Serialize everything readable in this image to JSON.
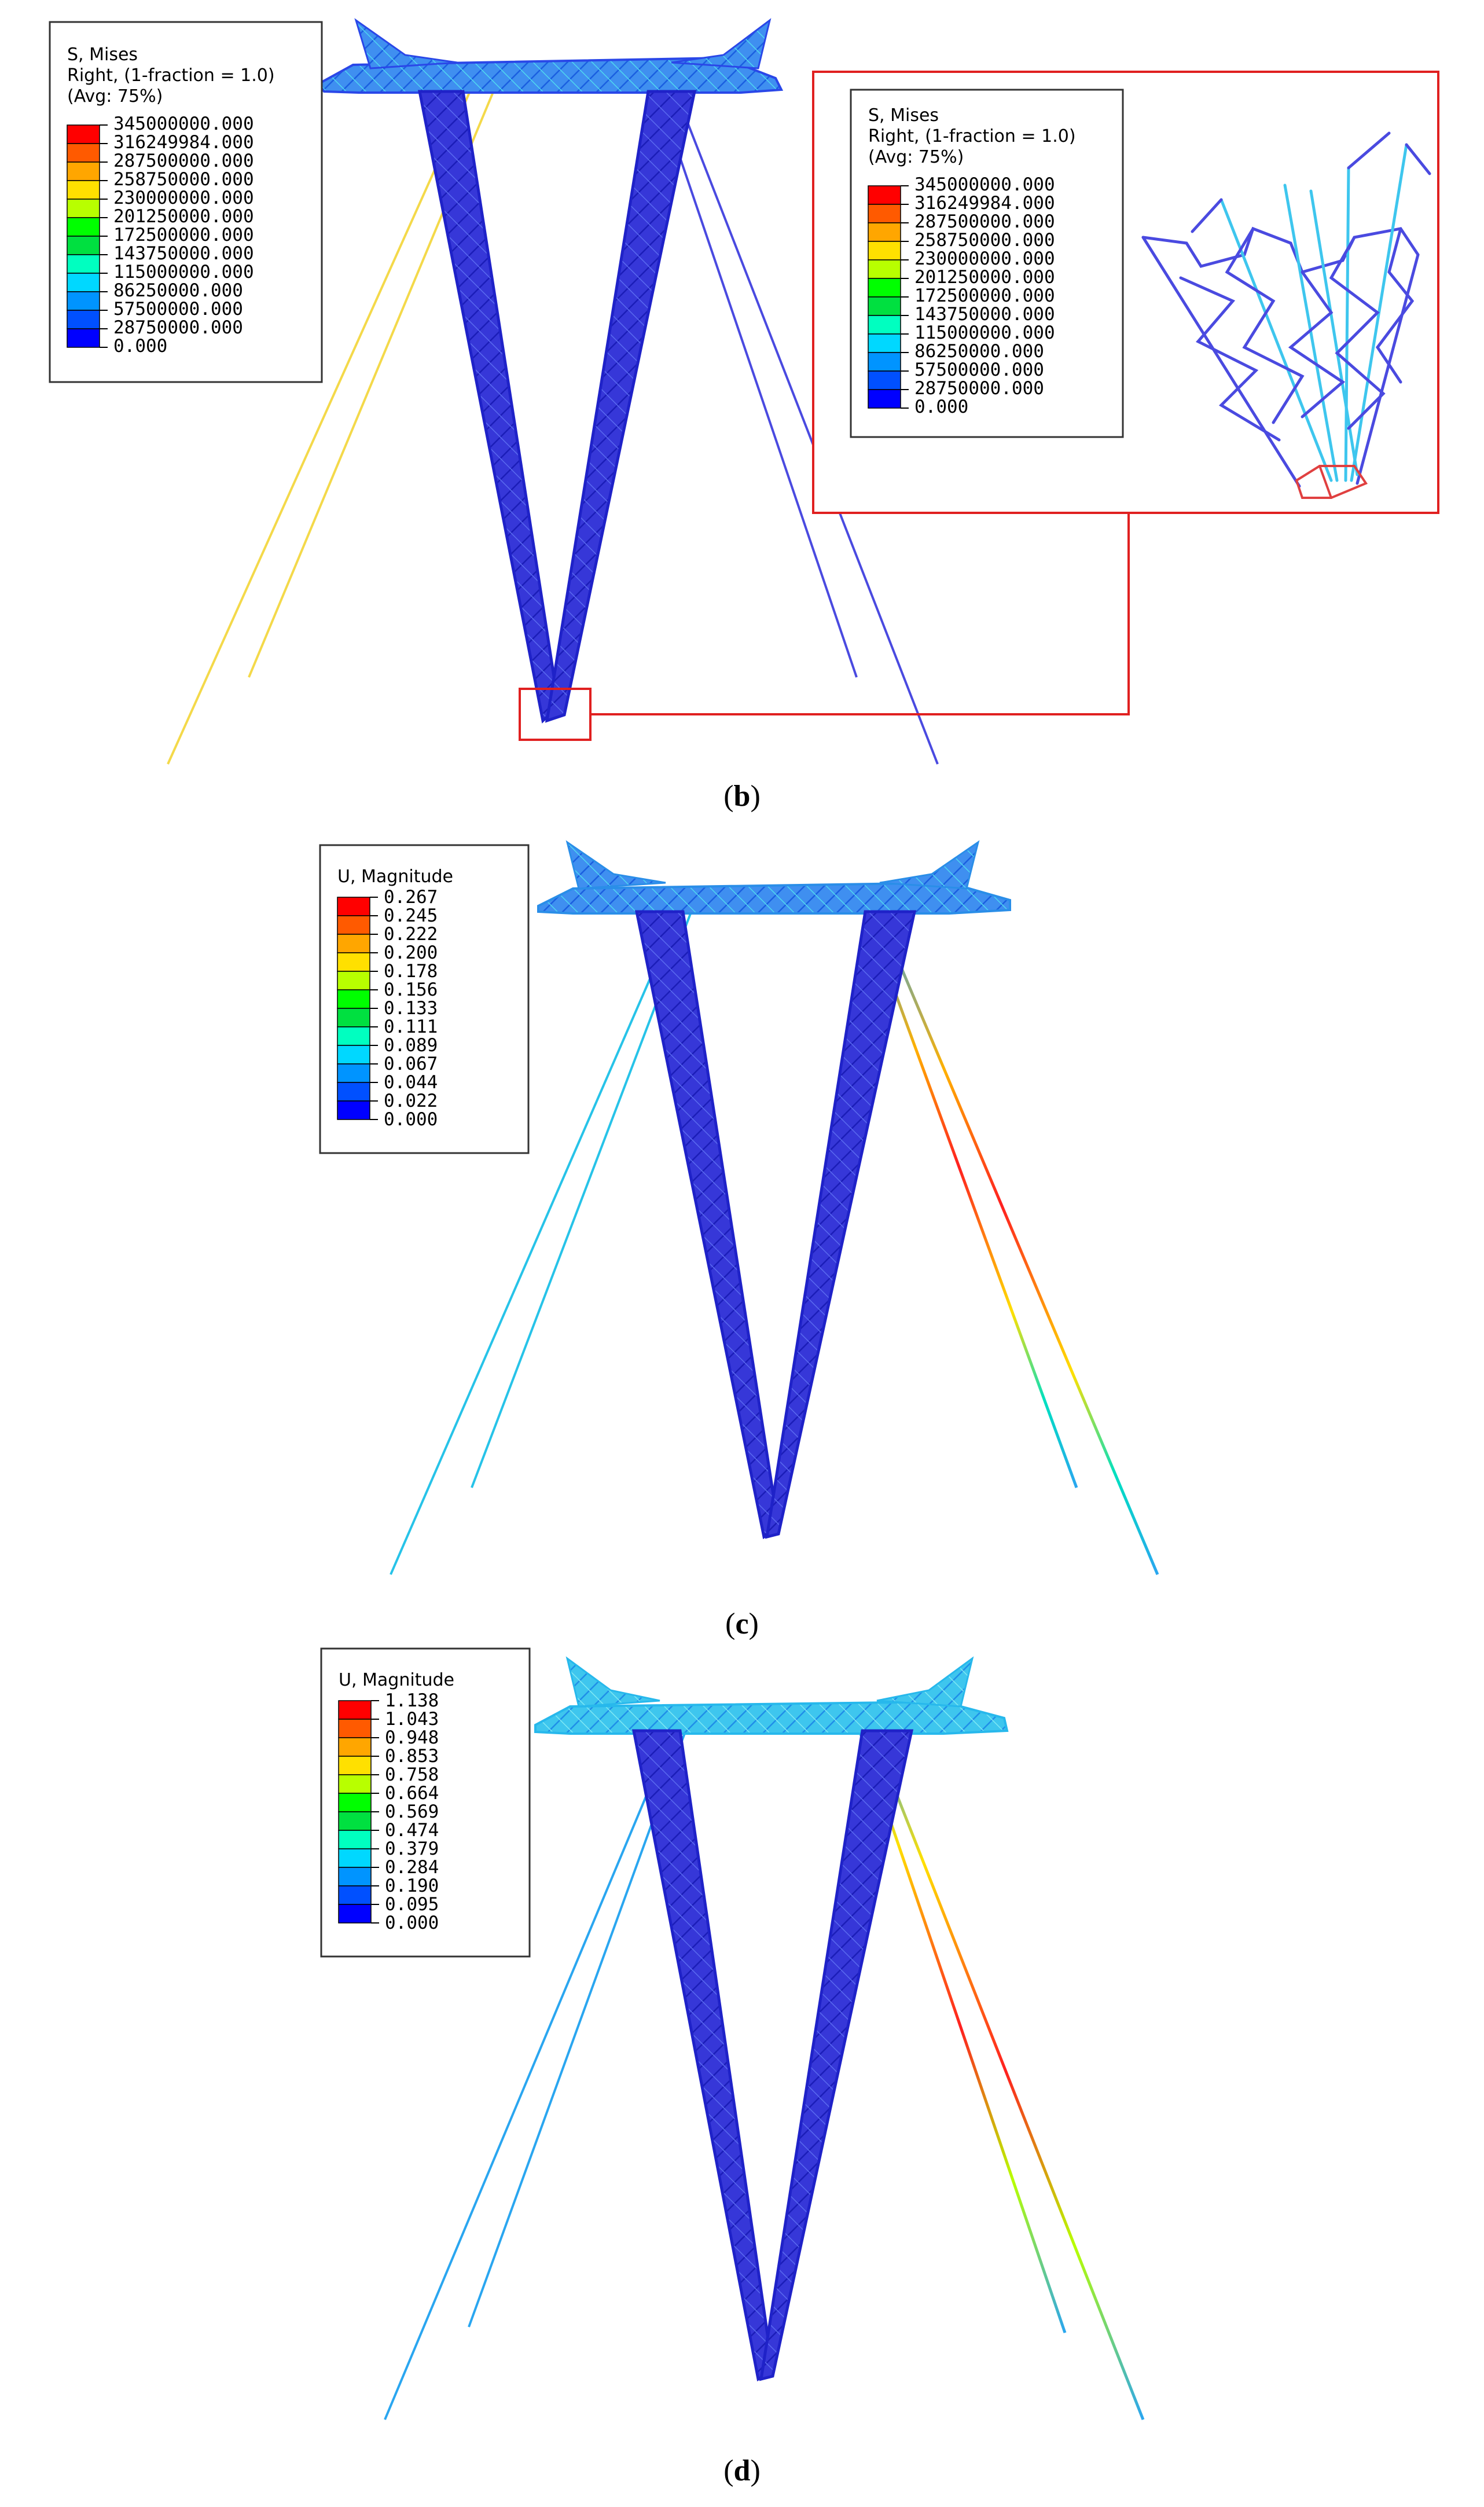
{
  "panels": [
    {
      "id": "b",
      "caption_open": "(",
      "caption_letter": "b",
      "caption_close": ")",
      "legend": {
        "header": [
          "S, Mises",
          "Right, (1-fraction = 1.0)",
          "(Avg: 75%)"
        ],
        "values": [
          "345000000.000",
          "316249984.000",
          "287500000.000",
          "258750000.000",
          "230000000.000",
          "201250000.000",
          "172500000.000",
          "143750000.000",
          "115000000.000",
          "86250000.000",
          "57500000.000",
          "28750000.000",
          "0.000"
        ]
      },
      "inset_legend": {
        "header": [
          "S, Mises",
          "Right, (1-fraction = 1.0)",
          "(Avg: 75%)"
        ],
        "values": [
          "345000000.000",
          "316249984.000",
          "287500000.000",
          "258750000.000",
          "230000000.000",
          "201250000.000",
          "172500000.000",
          "143750000.000",
          "115000000.000",
          "86250000.000",
          "57500000.000",
          "28750000.000",
          "0.000"
        ]
      }
    },
    {
      "id": "c",
      "caption_open": "(",
      "caption_letter": "c",
      "caption_close": ")",
      "legend": {
        "header": [
          "U, Magnitude"
        ],
        "values": [
          "0.267",
          "0.245",
          "0.222",
          "0.200",
          "0.178",
          "0.156",
          "0.133",
          "0.111",
          "0.089",
          "0.067",
          "0.044",
          "0.022",
          "0.000"
        ]
      }
    },
    {
      "id": "d",
      "caption_open": "(",
      "caption_letter": "d",
      "caption_close": ")",
      "legend": {
        "header": [
          "U, Magnitude"
        ],
        "values": [
          "1.138",
          "1.043",
          "0.948",
          "0.853",
          "0.758",
          "0.664",
          "0.569",
          "0.474",
          "0.379",
          "0.284",
          "0.190",
          "0.095",
          "0.000"
        ]
      }
    }
  ],
  "colors": {
    "contour_scale": [
      "#ff0000",
      "#ff5a00",
      "#ffa600",
      "#ffe000",
      "#b8ff00",
      "#00ff00",
      "#00e040",
      "#00ffc0",
      "#00d8ff",
      "#0094ff",
      "#0050ff",
      "#0000ff"
    ],
    "highlight_box": "#e02020",
    "tower_dark": "#2d2fe0",
    "tower_light": "#2aa6f0"
  }
}
